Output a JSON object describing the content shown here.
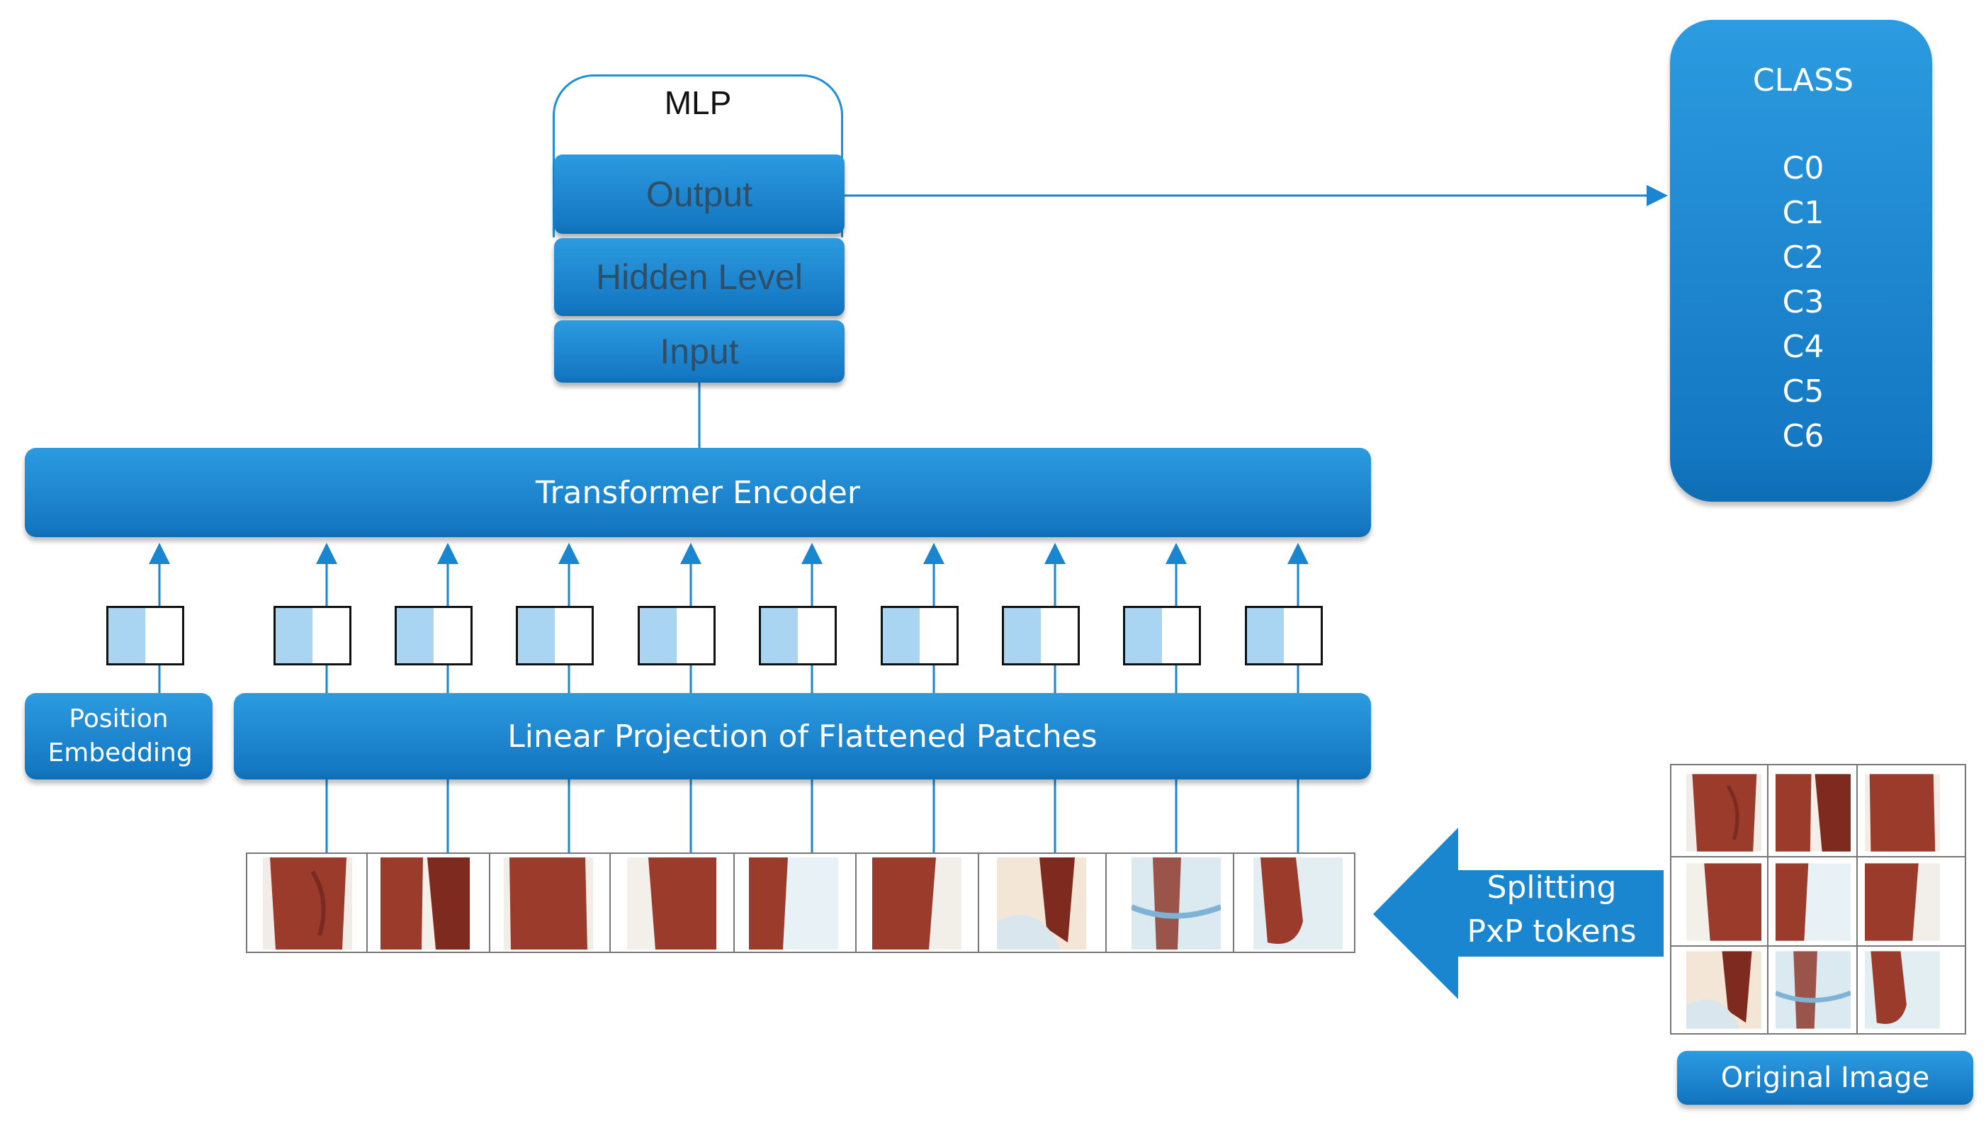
{
  "mlp": {
    "title": "MLP",
    "output_label": "Output",
    "hidden_label": "Hidden Level",
    "input_label": "Input"
  },
  "encoder_label": "Transformer Encoder",
  "position_embedding_label": "Position Embedding",
  "linear_projection_label": "Linear Projection of Flattened Patches",
  "class_box": {
    "title": "CLASS",
    "classes": [
      "C0",
      "C1",
      "C2",
      "C3",
      "C4",
      "C5",
      "C6"
    ]
  },
  "splitting_label_line1": "Splitting",
  "splitting_label_line2": "PxP tokens",
  "original_image_label": "Original Image",
  "colors": {
    "accent_blue": "#1a86d0",
    "token_fill": "#a9d4f2",
    "skin": "#9a3b2c",
    "sheet": "#e8f2f6"
  },
  "patch_count": 9
}
